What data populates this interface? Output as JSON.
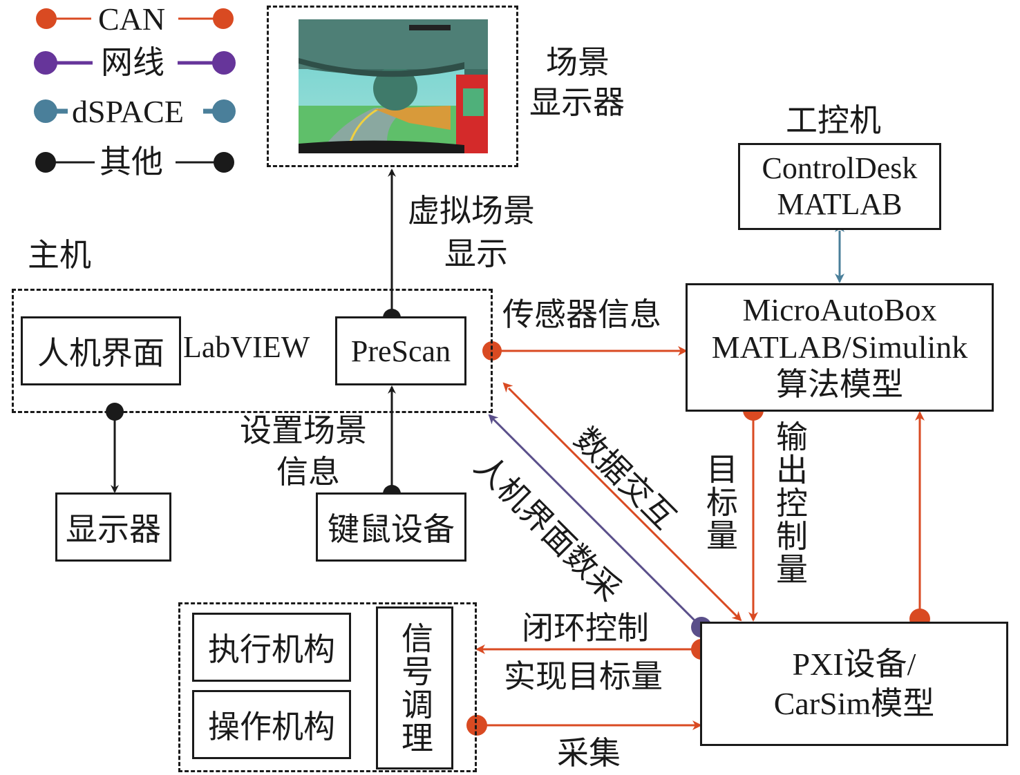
{
  "legend": {
    "items": [
      {
        "label": "CAN",
        "color": "#d94a22"
      },
      {
        "label": "网线",
        "color": "#66359a"
      },
      {
        "label": "dSPACE",
        "color": "#4a7f9a"
      },
      {
        "label": "其他",
        "color": "#1a1a1a"
      }
    ]
  },
  "colors": {
    "can": "#d94a22",
    "network": "#5a4f8a",
    "dspace": "#4a7f9a",
    "other": "#1a1a1a"
  },
  "scene_display": {
    "label_line1": "场景",
    "label_line2": "显示器",
    "image": "driving-simulator-scene"
  },
  "host": {
    "title": "主机",
    "hmi_box": "人机界面",
    "labview": "LabVIEW",
    "prescan_box": "PreScan"
  },
  "ipc": {
    "title": "工控机",
    "line1": "ControlDesk",
    "line2": "MATLAB"
  },
  "microautobox": {
    "line1": "MicroAutoBox",
    "line2": "MATLAB/Simulink",
    "line3": "算法模型"
  },
  "monitor_box": "显示器",
  "keyboard_box": "键鼠设备",
  "pxi": {
    "line1": "PXI设备/",
    "line2": "CarSim模型"
  },
  "actuators": {
    "exec": "执行机构",
    "oper": "操作机构",
    "signal": "信号调理"
  },
  "edges": {
    "virtual_scene_line1": "虚拟场景",
    "virtual_scene_line2": "显示",
    "sensor_info": "传感器信息",
    "set_scene_line1": "设置场景",
    "set_scene_line2": "信息",
    "data_exchange": "数据交互",
    "hmi_daq": "人机界面数采",
    "target": "目标量",
    "output_control": "输出控制量",
    "closed_loop": "闭环控制",
    "realize_target": "实现目标量",
    "collect": "采集"
  }
}
